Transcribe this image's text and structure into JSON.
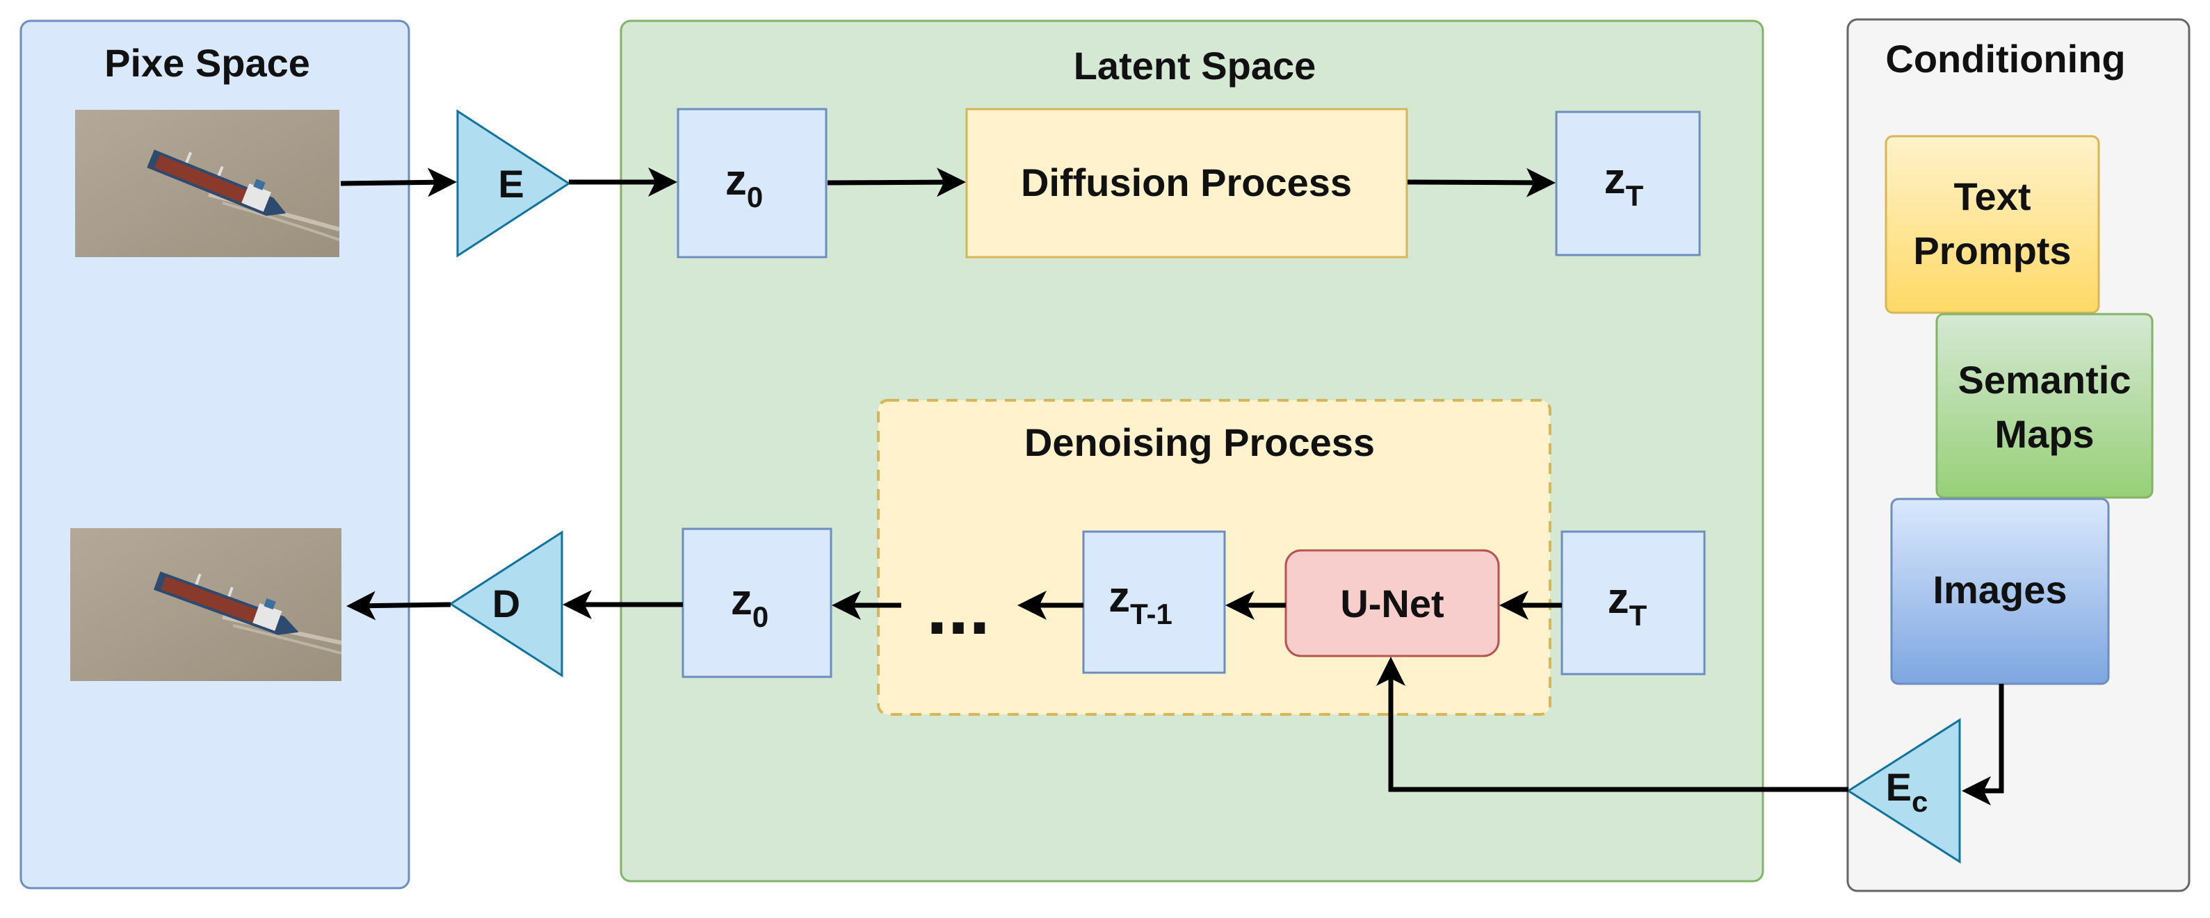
{
  "panels": {
    "pixel_space": {
      "title": "Pixe Space",
      "fill": "#dae8fc",
      "stroke": "#6c8ebf"
    },
    "latent_space": {
      "title": "Latent Space",
      "fill": "#d5e8d4",
      "stroke": "#82b366"
    },
    "conditioning": {
      "title": "Conditioning",
      "fill": "#f5f5f5",
      "stroke": "#666666"
    }
  },
  "encoder": {
    "label": "E"
  },
  "decoder": {
    "label": "D"
  },
  "cond_encoder": {
    "label": "E",
    "sub": "c"
  },
  "latents": {
    "z0_top": {
      "base": "z",
      "sub": "0"
    },
    "zT_top": {
      "base": "z",
      "sub": "T"
    },
    "z0_bottom": {
      "base": "z",
      "sub": "0"
    },
    "zT_bottom": {
      "base": "z",
      "sub": "T"
    },
    "zT1": {
      "base": "z",
      "sub": "T-1"
    }
  },
  "diffusion_process": {
    "label": "Diffusion Process"
  },
  "denoising_process": {
    "label": "Denoising Process"
  },
  "unet": {
    "label": "U-Net"
  },
  "ellipsis": "...",
  "conditions": {
    "text_prompts": {
      "line1": "Text",
      "line2": "Prompts"
    },
    "semantic_maps": {
      "line1": "Semantic",
      "line2": "Maps"
    },
    "images": {
      "label": "Images"
    }
  },
  "colors": {
    "latent_box_fill": "#dae8fc",
    "latent_box_stroke": "#6c8ebf",
    "triangle_fill": "#b1ddf0",
    "triangle_stroke": "#10739e",
    "diffusion_fill": "#fff2cc",
    "diffusion_stroke": "#d6b656",
    "unet_fill": "#f8cecc",
    "unet_stroke": "#b85450",
    "water": "#a89d8e",
    "ship_hull": "#2e4a6e",
    "ship_deck": "#8a3a2a"
  }
}
